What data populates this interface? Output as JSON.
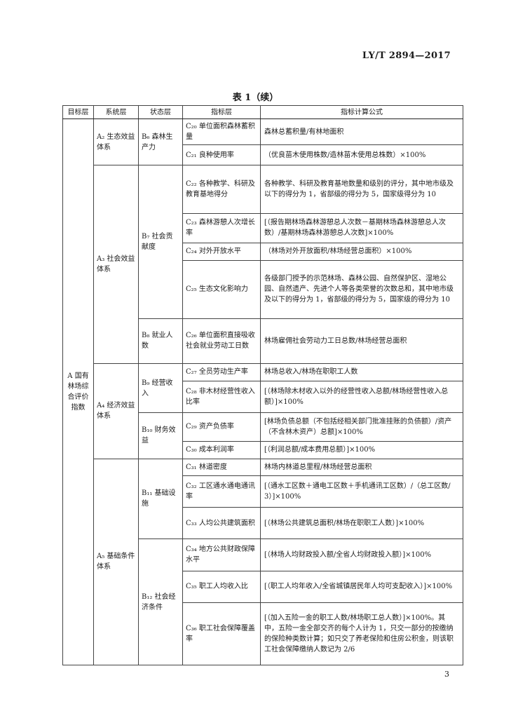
{
  "header": {
    "standard_number": "LY/T 2894—2017"
  },
  "caption": "表 1（续）",
  "table": {
    "headers": [
      "目标层",
      "系统层",
      "状态层",
      "指标层",
      "指标计算公式"
    ],
    "goal": "A 国有林场综合评价指数",
    "systems": {
      "a2": "A₂ 生态效益体系",
      "a3": "A₃ 社会效益体系",
      "a4": "A₄ 经济效益体系",
      "a5": "A₅ 基础条件体系"
    },
    "states": {
      "b6": "B₆ 森林生产力",
      "b7": "B₇ 社会贡献度",
      "b8": "B₈ 就业人数",
      "b9": "B₉ 经营收入",
      "b10": "B₁₀ 财务效益",
      "b11": "B₁₁ 基础设施",
      "b12": "B₁₂ 社会经济条件"
    },
    "rows": [
      {
        "indicator": "C₂₀ 单位面积森林蓄积量",
        "formula": "森林总蓄积量/有林地面积"
      },
      {
        "indicator": "C₂₁ 良种使用率",
        "formula": "（优良苗木使用株数/造林苗木使用总株数）×100%"
      },
      {
        "indicator": "C₂₂ 各种教学、科研及教育基地得分",
        "formula": "各种教学、科研及教育基地数量和级别的评分，其中地市级及以下的得分为 1，省部级的得分为 5，国家级得分为 10"
      },
      {
        "indicator": "C₂₃ 森林游憩人次增长率",
        "formula": "[（报告期林场森林游憩总人次数－基期林场森林游憩总人次数）/基期林场森林游憩总人次数]×100%"
      },
      {
        "indicator": "C₂₄ 对外开放水平",
        "formula": "（林场对外开放面积/林场经营总面积）×100%"
      },
      {
        "indicator": "C₂₅ 生态文化影响力",
        "formula": "各级部门授予的示范林场、森林公园、自然保护区、湿地公园、自然遗产、先进个人等各类荣誉的次数总和，其中地市级及以下的得分为 1，省部级的得分为 5，国家级的得分为 10"
      },
      {
        "indicator": "C₂₆ 单位面积直接吸收社会就业劳动工日数",
        "formula": "林场雇佣社会劳动力工日总数/林场经营总面积"
      },
      {
        "indicator": "C₂₇ 全员劳动生产率",
        "formula": "林场总收入/林场在职职工人数"
      },
      {
        "indicator": "C₂₈ 非木材经营性收入比率",
        "formula": "[（林场除木材收入以外的经营性收入总额/林场经营性收入总额）]×100%"
      },
      {
        "indicator": "C₂₉ 资产负债率",
        "formula": "[林场负债总额（不包括经相关部门批准挂账的负债额）/资产（不含林木资产）总额]×100%"
      },
      {
        "indicator": "C₃₀ 成本利润率",
        "formula": "[（利润总额/成本费用总额）]×100%"
      },
      {
        "indicator": "C₃₁ 林道密度",
        "formula": "林场内林道总里程/林场经营总面积"
      },
      {
        "indicator": "C₃₂ 工区通水通电通讯率",
        "formula": "[（通水工区数＋通电工区数＋手机通讯工区数）/（总工区数/3）]×100%"
      },
      {
        "indicator": "C₃₃ 人均公共建筑面积",
        "formula": "[（林场公共建筑总面积/林场在职职工人数）]×100%"
      },
      {
        "indicator": "C₃₄ 地方公共财政保障水平",
        "formula": "[（林场人均财政投入额/全省人均财政投入额）]×100%"
      },
      {
        "indicator": "C₃₅ 职工人均收入比",
        "formula": "[（职工人均年收入/全省城镇居民年人均可支配收入）]×100%"
      },
      {
        "indicator": "C₃₆ 职工社会保障覆盖率",
        "formula": "[（加入五险一金的职工人数/林场职工总人数）]×100%。其中，五险一金全部交齐的每个人计为 1，只交一部分的按缴纳的保险种类数计算；如只交了养老保险和住房公积金，则该职工社会保障缴纳人数记为 2/6"
      }
    ]
  },
  "footer": {
    "page_number": "3"
  }
}
